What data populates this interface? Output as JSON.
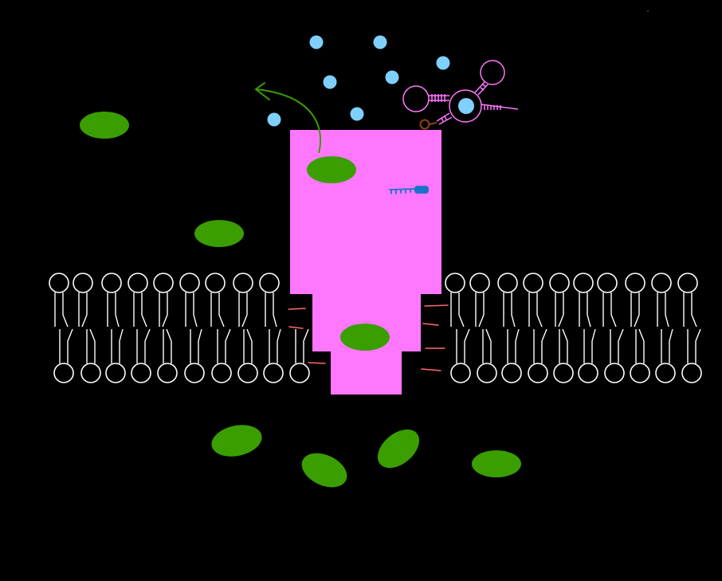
{
  "diagram": {
    "background_color": "#000000",
    "channel_color": "#ff77ff",
    "ion_color": "#7fd0ff",
    "particle_color": "#3a9e00",
    "membrane_color": "#ffffff",
    "binding_site_color": "#ff6a6a",
    "receptor_color": "#ff77ff",
    "antagonist_color": "#8b4513",
    "tag_color": "#1a73c8",
    "arrow_color": "#3a9e00",
    "icons": [
      "phospholipid-bilayer",
      "membrane-channel-protein",
      "ion",
      "particle",
      "ligand-receptor",
      "curved-arrow",
      "tag"
    ]
  }
}
